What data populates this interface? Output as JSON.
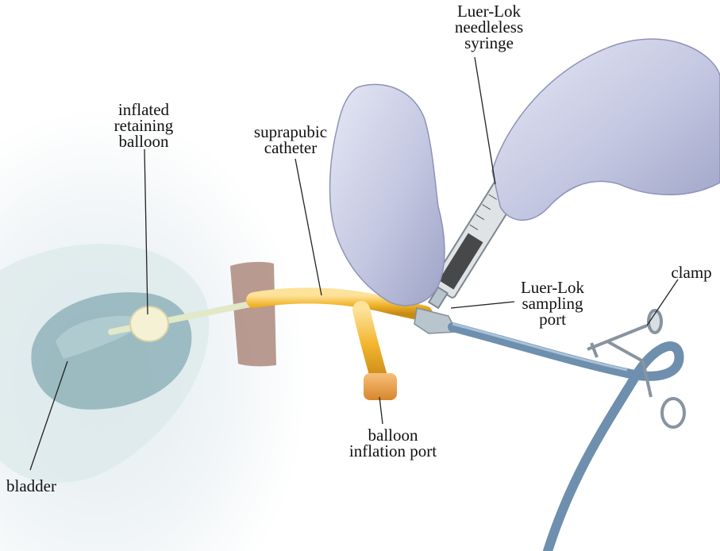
{
  "labels": {
    "syringe": "Luer-Lok\nneedleless\nsyringe",
    "balloon": "inflated\nretaining\nballoon",
    "catheter": "suprapubic\ncatheter",
    "clamp": "clamp",
    "sampling_port": "Luer-Lok\nsampling\nport",
    "inflation_port": "balloon\ninflation port",
    "bladder": "bladder"
  },
  "colors": {
    "catheter": "#f2b62e",
    "tubing": "#6e8fae",
    "glove": "#c9cde6",
    "bladder": "#8fb3ba",
    "skin": "#a37a6c",
    "clamp": "#b7c2cc"
  }
}
